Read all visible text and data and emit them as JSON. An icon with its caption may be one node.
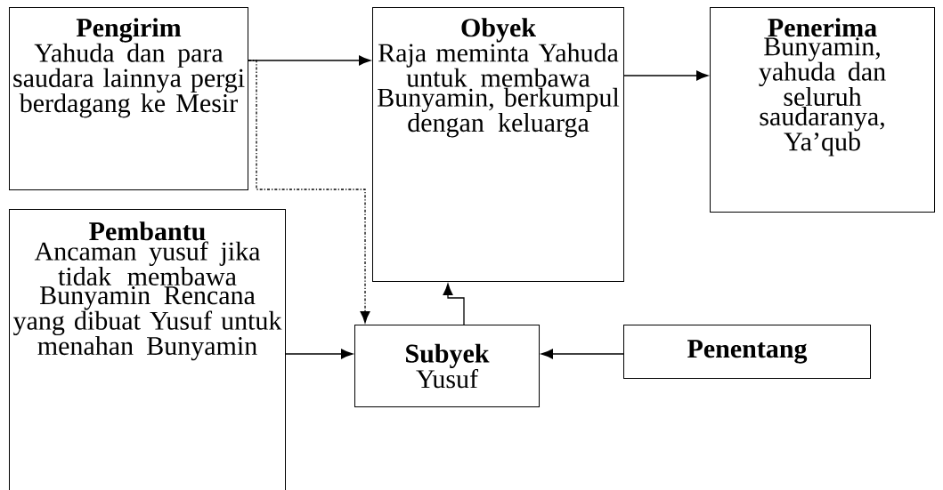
{
  "diagram": {
    "nodes": [
      {
        "text": [
          "Pengirim",
          "Yahuda dan para saudara lainnya pergi berdagang ke Mesir"
        ]
      },
      {
        "text": [
          "Obyek",
          "Raja meminta Yahuda untuk membawa Bunyamin, berkumpul dengan keluarga"
        ]
      },
      {
        "text": [
          "Penerima",
          "Bunyamin, yahuda dan seluruh saudaranya, Ya’qub"
        ]
      },
      {
        "text": [
          "Pembantu",
          "Ancaman yusuf jika tidak membawa Bunyamin Rencana yang dibuat Yusuf untuk menahan Bunyamin"
        ]
      },
      {
        "text": [
          "Subyek",
          "Yusuf"
        ]
      },
      {
        "text": [
          "Penentang"
        ]
      }
    ],
    "edges": [
      {
        "from": 0,
        "to": 1,
        "arrow": "to"
      },
      {
        "from": 1,
        "to": 2,
        "arrow": "to"
      },
      {
        "from": 0,
        "to": 4,
        "arrow": "to",
        "style": "dashed"
      },
      {
        "from": 3,
        "to": 4,
        "arrow": "to"
      },
      {
        "from": 5,
        "to": 4,
        "arrow": "to"
      },
      {
        "from": 4,
        "to": 1,
        "arrow": "to"
      }
    ]
  }
}
